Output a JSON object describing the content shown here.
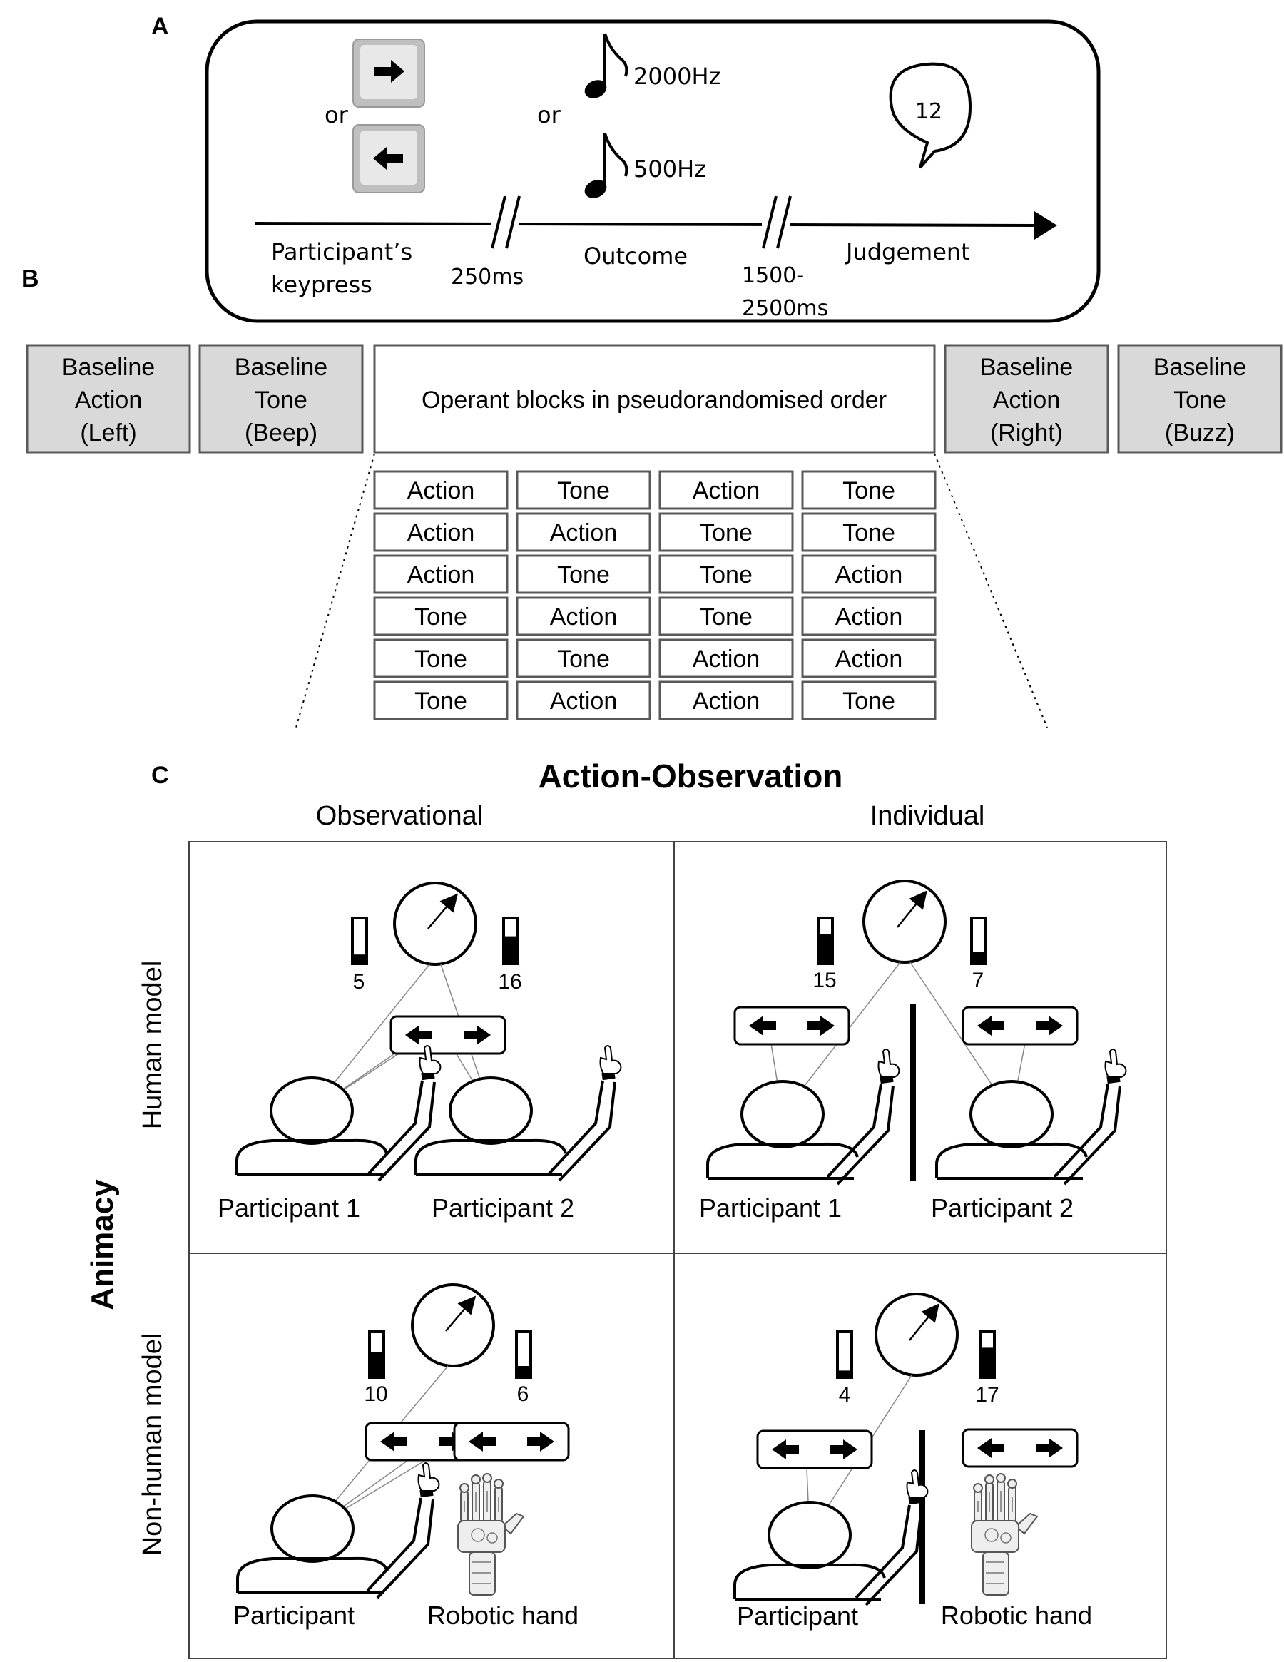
{
  "panel_a": {
    "letter": "A",
    "or_keys": "or",
    "or_tones": "or",
    "tone_high": "2000Hz",
    "tone_low": "500Hz",
    "speech_number": "12",
    "keypress_line1": "Participant’s",
    "keypress_line2": "keypress",
    "delay_250": "250ms",
    "outcome": "Outcome",
    "delay_1500_line1": "1500-",
    "delay_1500_line2": "2500ms",
    "judgement": "Judgement",
    "key_right_icon": "right-arrow-key-icon",
    "key_left_icon": "left-arrow-key-icon",
    "note_icon": "music-note-icon",
    "speech_icon": "speech-bubble-icon"
  },
  "panel_b": {
    "letter": "B",
    "left_boxes": [
      {
        "l1": "Baseline",
        "l2": "Action",
        "l3": "(Left)"
      },
      {
        "l1": "Baseline",
        "l2": "Tone",
        "l3": "(Beep)"
      }
    ],
    "center_box": "Operant blocks in pseudorandomised order",
    "right_boxes": [
      {
        "l1": "Baseline",
        "l2": "Action",
        "l3": "(Right)"
      },
      {
        "l1": "Baseline",
        "l2": "Tone",
        "l3": "(Buzz)"
      }
    ],
    "grid": [
      [
        "Action",
        "Tone",
        "Action",
        "Tone"
      ],
      [
        "Action",
        "Action",
        "Tone",
        "Tone"
      ],
      [
        "Action",
        "Tone",
        "Tone",
        "Action"
      ],
      [
        "Tone",
        "Action",
        "Tone",
        "Action"
      ],
      [
        "Tone",
        "Tone",
        "Action",
        "Action"
      ],
      [
        "Tone",
        "Action",
        "Action",
        "Tone"
      ]
    ],
    "colors": {
      "baseline_fill": "#d9d9d9",
      "border": "#595959"
    }
  },
  "panel_c": {
    "letter": "C",
    "title": "Action-Observation",
    "col_observational": "Observational",
    "col_individual": "Individual",
    "row_axis": "Animacy",
    "row_human": "Human model",
    "row_nonhuman": "Non-human model",
    "cells": {
      "human_obs": {
        "n_left": "5",
        "n_right": "16",
        "label_left": "Participant 1",
        "label_right": "Participant 2",
        "fill_left": 0.2,
        "fill_right": 0.6
      },
      "human_ind": {
        "n_left": "15",
        "n_right": "7",
        "label_left": "Participant 1",
        "label_right": "Participant 2",
        "fill_left": 0.65,
        "fill_right": 0.25
      },
      "nonhuman_obs": {
        "n_left": "10",
        "n_right": "6",
        "label_left": "Participant",
        "label_right": "Robotic hand",
        "fill_left": 0.55,
        "fill_right": 0.25
      },
      "nonhuman_ind": {
        "n_left": "4",
        "n_right": "17",
        "label_left": "Participant",
        "label_right": "Robotic hand",
        "fill_left": 0.15,
        "fill_right": 0.65
      }
    },
    "icons": {
      "clock": "clock-icon",
      "meter": "score-meter-icon",
      "arrows": "arrow-keys-icon",
      "head": "participant-head-icon",
      "robot": "robotic-hand-icon"
    }
  }
}
